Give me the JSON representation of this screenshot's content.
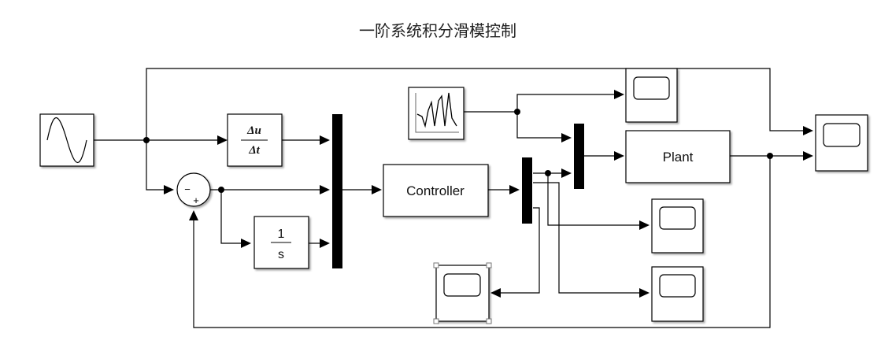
{
  "title": "一阶系统积分滑模控制",
  "blocks": {
    "sine_wave": {
      "label": ""
    },
    "derivative": {
      "numerator": "Δu",
      "denominator": "Δt"
    },
    "sum": {
      "sign_top": "−",
      "sign_bottom": "+"
    },
    "integrator": {
      "numerator": "1",
      "denominator": "s"
    },
    "controller": {
      "label": "Controller"
    },
    "plant": {
      "label": "Plant"
    },
    "scope_count": 5
  }
}
